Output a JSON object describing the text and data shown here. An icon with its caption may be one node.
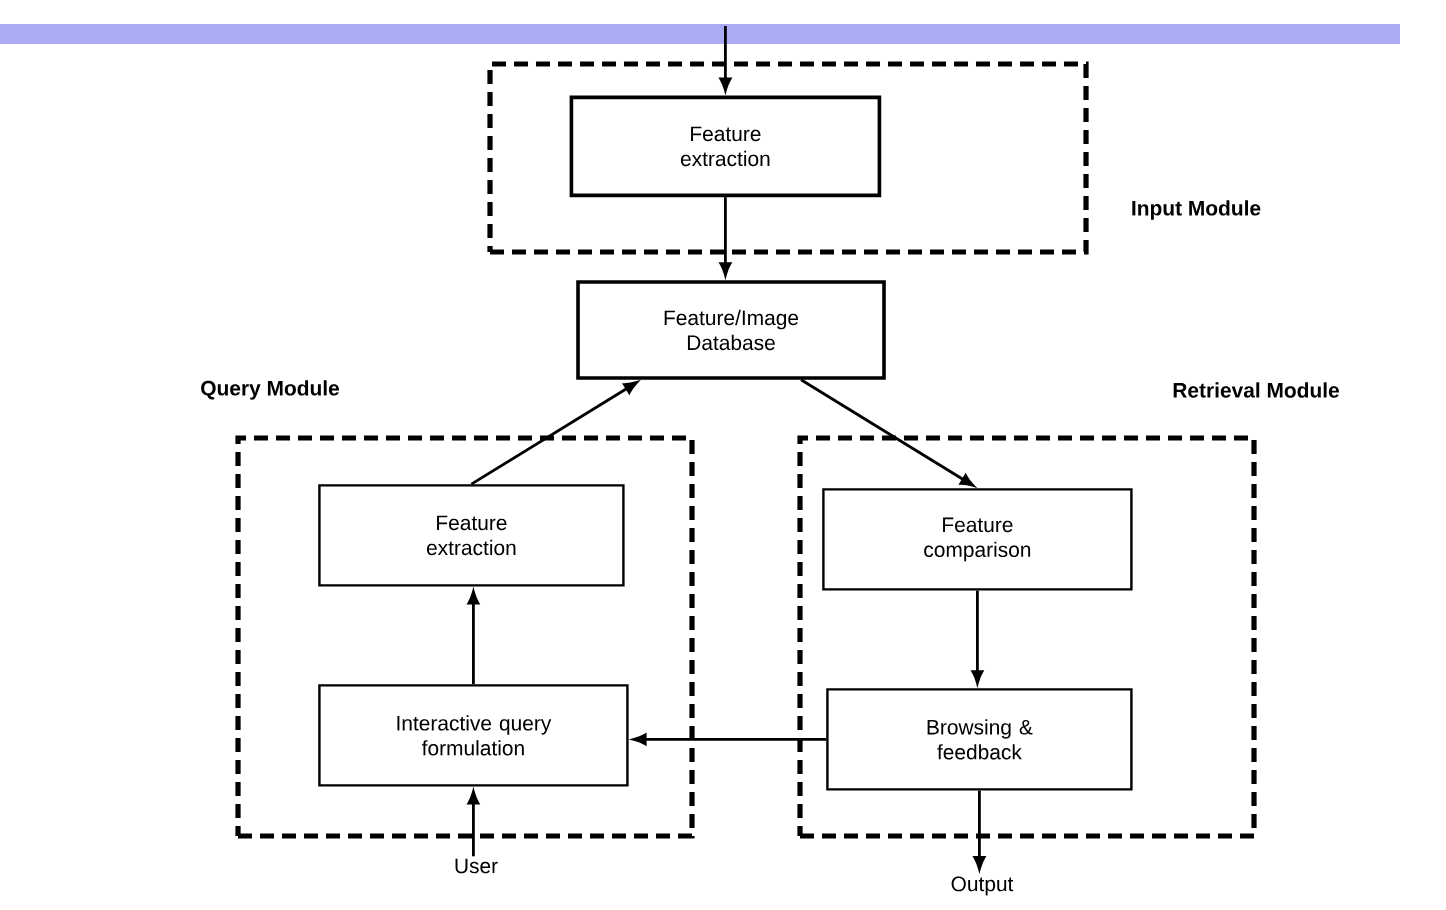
{
  "diagram": {
    "nodes": [
      {
        "text": [
          "Input Module"
        ]
      },
      {
        "text": [
          "Feature extraction"
        ],
        "in": 0
      },
      {
        "text": [
          "Feature/Image Database"
        ]
      },
      {
        "text": [
          "Query Module"
        ]
      },
      {
        "text": [
          "Feature extraction"
        ],
        "in": 3
      },
      {
        "text": [
          "Interactive query formulation"
        ],
        "in": 3
      },
      {
        "text": [
          "Retrieval Module"
        ]
      },
      {
        "text": [
          "Feature comparison"
        ],
        "in": 6
      },
      {
        "text": [
          "Browsing & feedback"
        ],
        "in": 6
      },
      {
        "text": [
          "User"
        ]
      },
      {
        "text": [
          "Output"
        ]
      }
    ],
    "edges": [
      {
        "from": null,
        "to": 1,
        "arrow": "to"
      },
      {
        "from": 1,
        "to": 2,
        "arrow": "to"
      },
      {
        "from": 4,
        "to": 2,
        "arrow": "to"
      },
      {
        "from": 2,
        "to": 7,
        "arrow": "to"
      },
      {
        "from": 7,
        "to": 8,
        "arrow": "to"
      },
      {
        "from": 8,
        "to": 5,
        "arrow": "to"
      },
      {
        "from": 5,
        "to": 4,
        "arrow": "to"
      },
      {
        "from": 9,
        "to": 5,
        "arrow": "to"
      },
      {
        "from": 8,
        "to": 10,
        "arrow": "to"
      }
    ]
  }
}
